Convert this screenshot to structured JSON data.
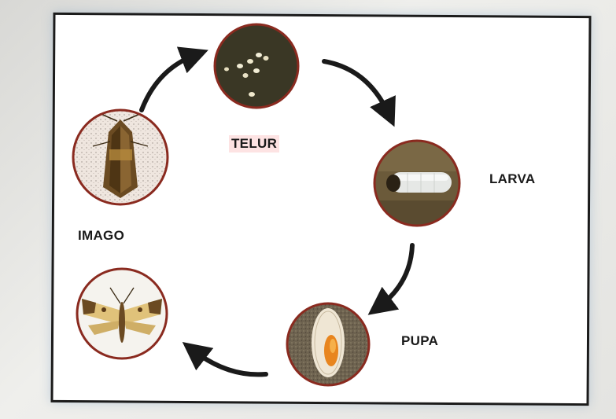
{
  "stages": {
    "egg": "TELUR",
    "larva": "LARVA",
    "pupa": "PUPA",
    "adult": "IMAGO"
  },
  "colors": {
    "circle_border": "#8a2a1f",
    "arrow": "#1a1a1a",
    "highlight": "#fde3e3"
  },
  "icons": [
    "egg-photo",
    "larva-photo",
    "pupa-photo",
    "adult-moth-photo",
    "adult-moth-spread-photo"
  ]
}
